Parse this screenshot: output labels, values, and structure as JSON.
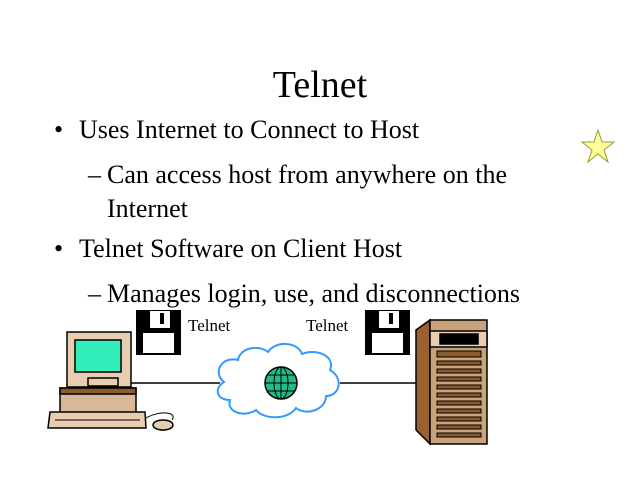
{
  "slide": {
    "title": "Telnet",
    "bullets": [
      {
        "marker": "•",
        "text": "Uses Internet to Connect to Host",
        "sub": [
          {
            "marker": "–",
            "text": "Can access host from anywhere on the",
            "cont": "Internet"
          }
        ]
      },
      {
        "marker": "•",
        "text": "Telnet Software on Client Host",
        "sub": [
          {
            "marker": "–",
            "text": "Manages login, use, and disconnections"
          }
        ]
      }
    ],
    "diagram": {
      "client_label": "Telnet",
      "server_label": "Telnet"
    }
  },
  "colors": {
    "screen": "#33eebb",
    "cloud": "#3399ff",
    "globe": "#22bb88",
    "server": "#c8a27a",
    "star": "#ffff99"
  }
}
